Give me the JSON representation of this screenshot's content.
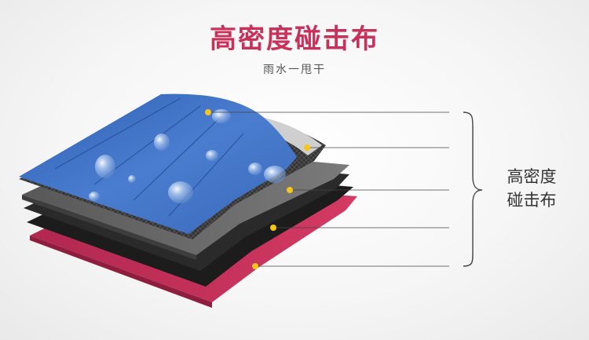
{
  "header": {
    "title": "高密度碰击布",
    "subtitle": "雨水一甩干"
  },
  "side_label": {
    "line1": "高密度",
    "line2": "碰击布"
  },
  "colors": {
    "title": "#c8315a",
    "top_layer_blue": "#3f6fc0",
    "mesh_layer": "#3a3a3a",
    "grey_layer": "#6b6b6b",
    "black_layer": "#1e1e1e",
    "red_layer": "#c8315a",
    "callout_dot": "#f5c518",
    "callout_line": "#444444"
  }
}
